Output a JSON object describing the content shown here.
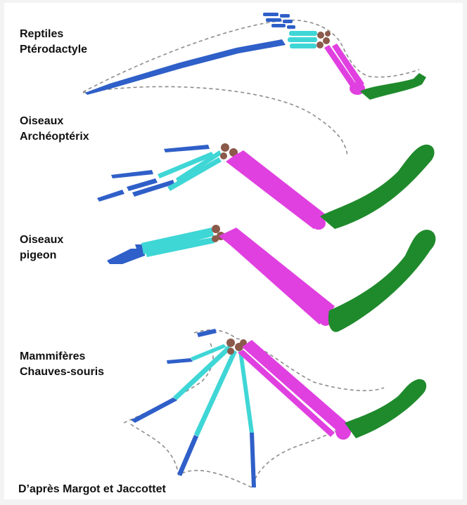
{
  "labels": {
    "pterodactyle": "Reptiles\nPtérodactyle",
    "archeopterix": "Oiseaux\nArchéoptérix",
    "pigeon": "Oiseaux\npigeon",
    "chauves_souris": "Mammifères\nChauves-souris",
    "credit": "D’après Margot et Jaccottet"
  },
  "colors": {
    "humerus": "#1f8a2c",
    "radius_ulna": "#e040e0",
    "carpals": "#8b5a4a",
    "metacarpals": "#3fd6d6",
    "phalanges": "#2f5fc8",
    "membrane_outline": "#8c8c8c"
  }
}
